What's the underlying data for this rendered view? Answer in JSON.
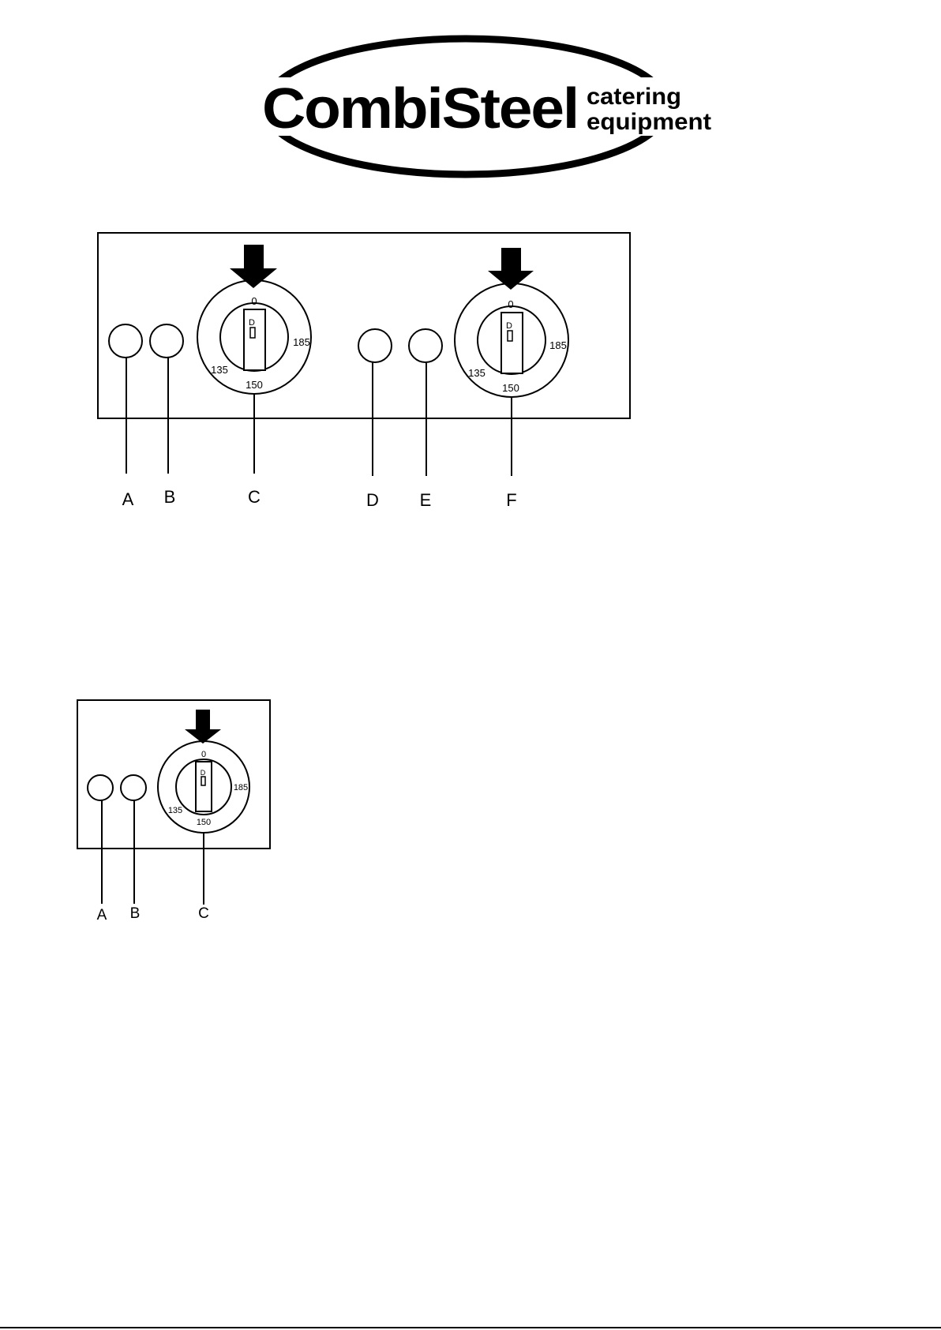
{
  "logo": {
    "brand": "CombiSteel",
    "tagline_line1": "catering",
    "tagline_line2": "equipment"
  },
  "diagrams": [
    {
      "dials": [
        {
          "top": "0",
          "right": "185",
          "bottom": "150",
          "left": "135"
        },
        {
          "top": "0",
          "right": "185",
          "bottom": "150",
          "left": "135"
        }
      ],
      "labels": [
        "A",
        "B",
        "C",
        "D",
        "E",
        "F"
      ]
    },
    {
      "dials": [
        {
          "top": "0",
          "right": "185",
          "bottom": "150",
          "left": "135"
        }
      ],
      "labels": [
        "A",
        "B",
        "C"
      ]
    }
  ]
}
